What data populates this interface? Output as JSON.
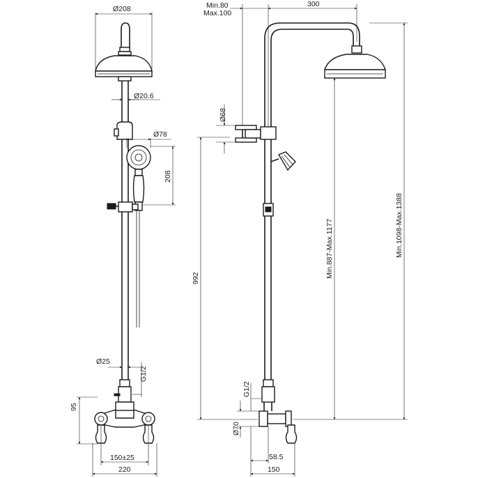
{
  "front_view": {
    "dims": {
      "head_diameter": "Ø208",
      "pipe_diameter": "Ø20.6",
      "handset_diameter": "Ø78",
      "handset_height": "208",
      "overall_height": "992",
      "riser_diameter": "Ø25",
      "thread": "G1/2",
      "mixer_height": "95",
      "inlet_centers": "150±25",
      "overall_width": "220"
    }
  },
  "side_view": {
    "dims": {
      "wall_offset_min": "Min.80",
      "wall_offset_max": "Max.100",
      "arm_projection": "300",
      "bracket_diameter": "Ø68",
      "thread": "G1/2",
      "head_height": "Min.887-Max.1177",
      "overall_height": "Min.1098-Max.1388",
      "union_diameter": "Ø70",
      "depth_to_axis": "58.5",
      "overall_depth": "150"
    }
  }
}
